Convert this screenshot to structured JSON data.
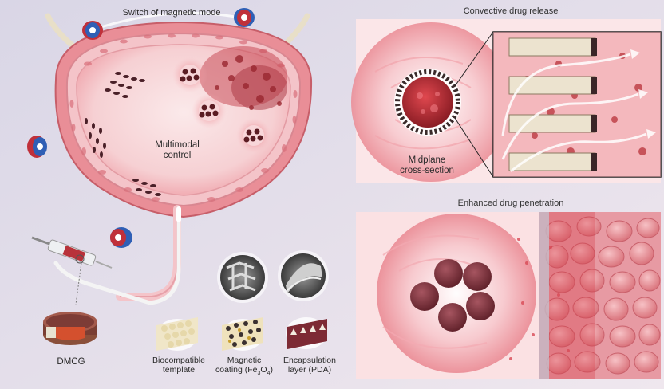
{
  "labels": {
    "switch_mode": "Switch of magnetic mode",
    "multimodal": "Multimodal",
    "control": "control",
    "convective_title": "Convective drug release",
    "midplane": "Midplane",
    "cross_section": "cross-section",
    "enhanced_title": "Enhanced drug penetration",
    "dmcg": "DMCG",
    "biocompatible": "Biocompatible",
    "template": "template",
    "magnetic": "Magnetic",
    "coating_prefix": "coating (Fe",
    "coating_sub3": "3",
    "coating_o": "O",
    "coating_sub4": "4",
    "coating_suffix": ")",
    "encapsulation": "Encapsulation",
    "layer_pda": "layer (PDA)"
  },
  "colors": {
    "tissue_pink": "#f2b8bf",
    "deep_red": "#b8323a",
    "magnet_blue": "#2f5fb5",
    "magnet_red": "#c0303a",
    "panel_bg": "#fbe6e8"
  }
}
